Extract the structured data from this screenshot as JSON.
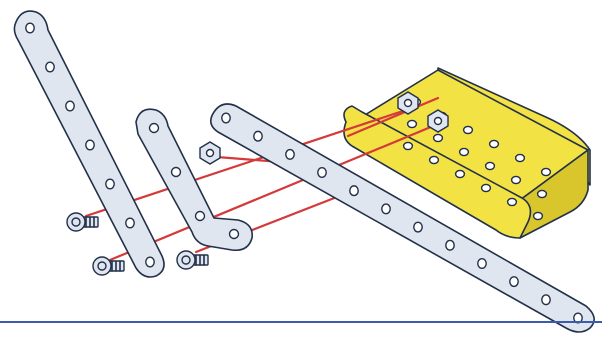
{
  "diagram": {
    "type": "assembly-illustration",
    "parts": {
      "long_strip_left": {
        "holes": 7
      },
      "angle_bracket": {
        "holes": 4
      },
      "long_strip_right": {
        "holes": 12
      },
      "flanged_plate": {
        "holes": 18
      },
      "bolts": {
        "count": 3
      },
      "nuts": {
        "count": 3
      },
      "connector_lines": {
        "count": 5
      }
    },
    "colors": {
      "metal_fill": "#dfe6ef",
      "outline": "#23304a",
      "plate_yellow": "#f2e243",
      "plate_yellow_dark": "#d9c52c",
      "connector_red": "#d43a3a",
      "base_line_blue": "#3a5bb0"
    }
  }
}
